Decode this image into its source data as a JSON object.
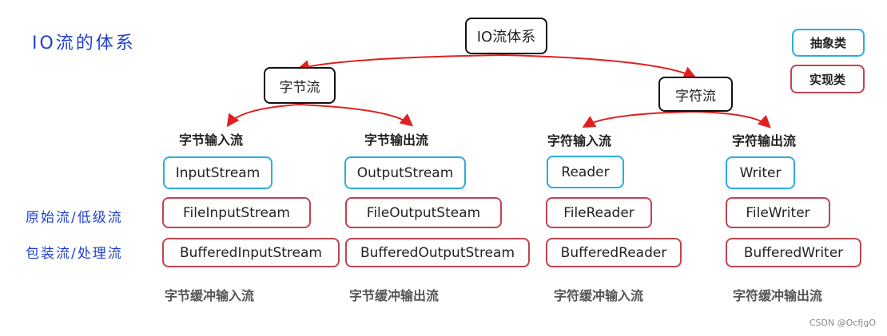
{
  "title": "IO流的体系",
  "root": "IO流体系",
  "byte_stream": "字节流",
  "char_stream": "字符流",
  "byte_input": "字节输入流",
  "byte_output": "字节输出流",
  "char_input": "字符输入流",
  "char_output": "字符输出流",
  "abstract_classes": [
    "InputStream",
    "OutputStream",
    "Reader",
    "Writer"
  ],
  "primitive_classes": [
    "FileInputStream",
    "FileOutputSteam",
    "FileReader",
    "FileWriter"
  ],
  "buffered_classes": [
    "BufferedInputStream",
    "BufferedOutputStream",
    "BufferedReader",
    "BufferedWriter"
  ],
  "buffered_labels": [
    "字节缓冲输入流",
    "字节缓冲输出流",
    "字符缓冲输入流",
    "字符缓冲输出流"
  ],
  "row_labels": {
    "primitive": "原始流/低级流",
    "wrapper": "包装流/处理流"
  },
  "legend": {
    "abstract": "抽象类",
    "impl": "实现类"
  },
  "colors": {
    "abstract_border": "#2aaee0",
    "impl_border": "#c0444f",
    "arrow": "#e02020",
    "handwriting": "#1f3fd0"
  },
  "watermark": "CSDN @OcfjgO"
}
